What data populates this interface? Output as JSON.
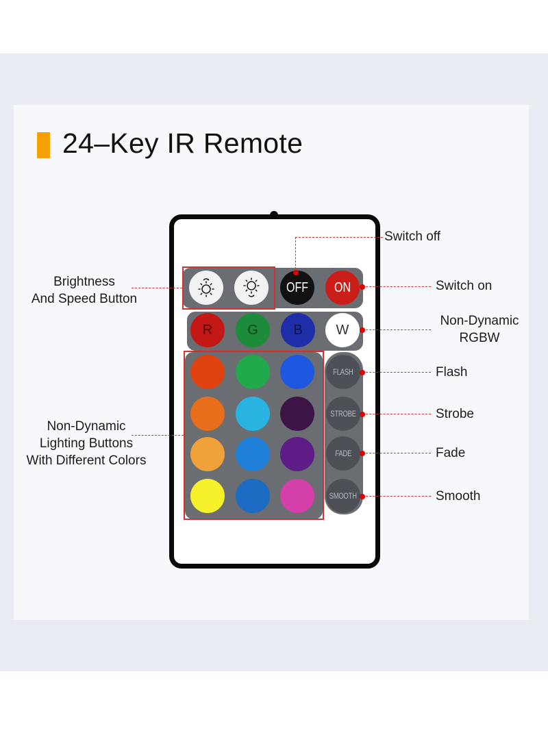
{
  "title": "24–Key IR Remote",
  "accent_color": "#f6a100",
  "annotation_color": "#d23131",
  "labels": {
    "switch_off": "Switch off",
    "switch_on": "Switch on",
    "brightness_line1": "Brightness",
    "brightness_line2": "And Speed Button",
    "non_dynamic_rgbw_line1": "Non-Dynamic",
    "non_dynamic_rgbw_line2": "RGBW",
    "flash": "Flash",
    "strobe": "Strobe",
    "fade": "Fade",
    "smooth": "Smooth",
    "lighting_line1": "Non-Dynamic",
    "lighting_line2": "Lighting Buttons",
    "lighting_line3": "With Different Colors"
  },
  "remote": {
    "brightness_up_icon": "sun-brightness-up-icon",
    "brightness_down_icon": "sun-brightness-down-icon",
    "off_label": "OFF",
    "on_label": "ON",
    "rgbw": [
      {
        "label": "R",
        "color": "#c41814"
      },
      {
        "label": "G",
        "color": "#1d8c3a"
      },
      {
        "label": "B",
        "color": "#1e2ea8"
      },
      {
        "label": "W",
        "color": "#ffffff"
      }
    ],
    "color_grid": [
      "#e0420f",
      "#22a94c",
      "#1f58e0",
      "#e76f1c",
      "#28b3e1",
      "#3d1446",
      "#f0a13a",
      "#1f7fd8",
      "#5d1c86",
      "#f7f12b",
      "#1a6bc1",
      "#d43fa9"
    ],
    "modes": [
      "FLASH",
      "STROBE",
      "FADE",
      "SMOOTH"
    ]
  }
}
